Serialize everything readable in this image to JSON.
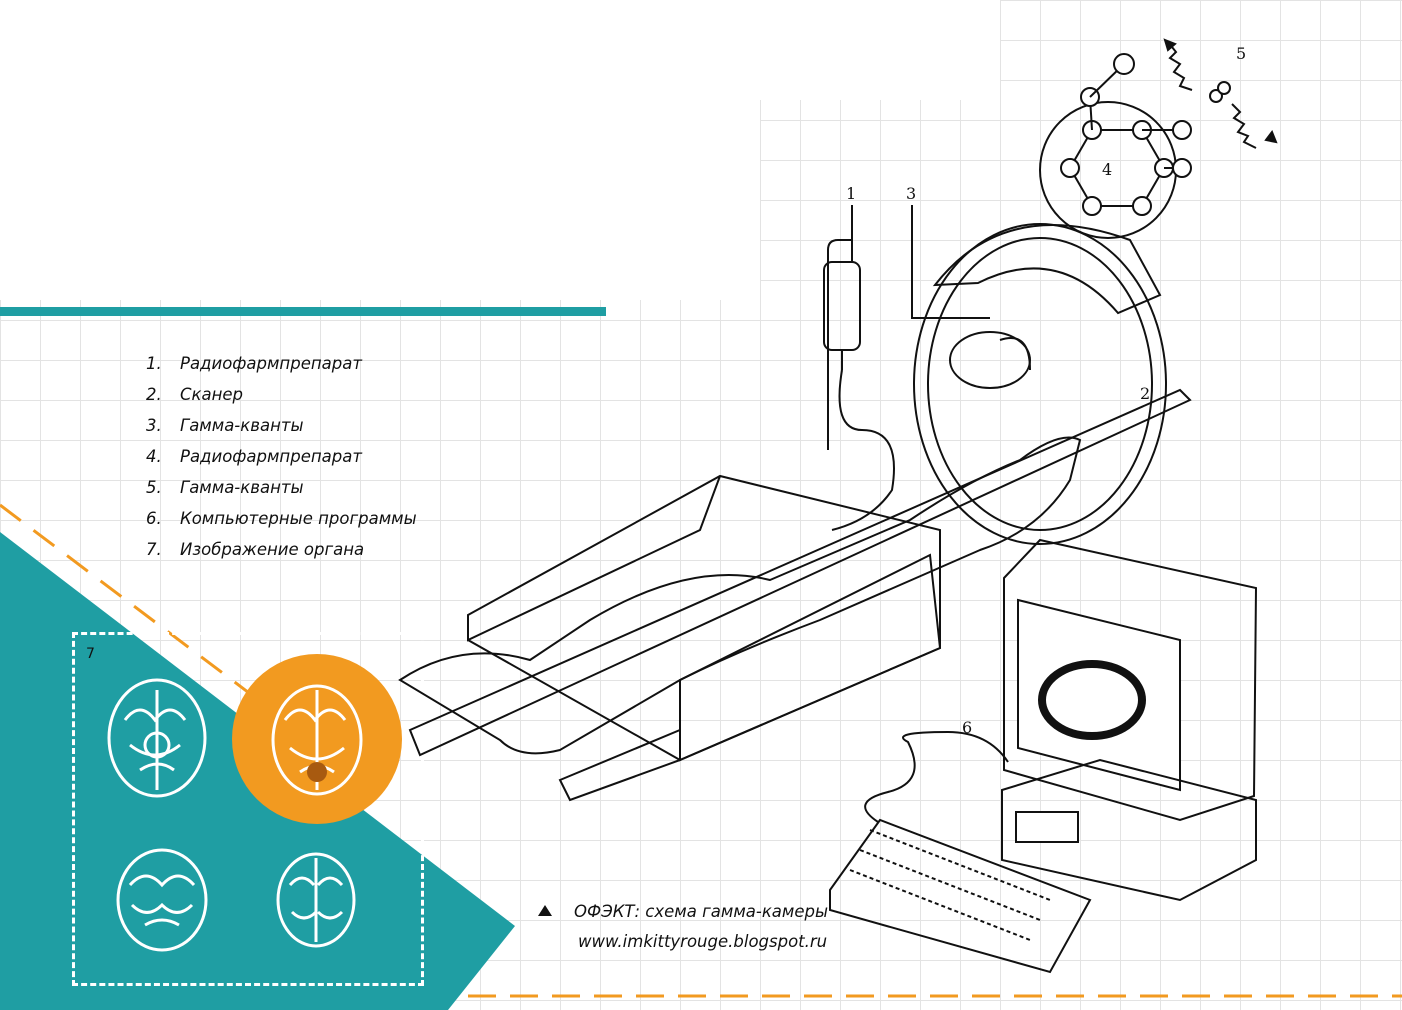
{
  "legend": [
    {
      "num": "1.",
      "text": "Радиофармпрепарат"
    },
    {
      "num": "2.",
      "text": "Сканер"
    },
    {
      "num": "3.",
      "text": "Гамма-кванты"
    },
    {
      "num": "4.",
      "text": "Радиофармпрепарат"
    },
    {
      "num": "5.",
      "text": "Гамма-кванты"
    },
    {
      "num": "6.",
      "text": "Компьютерные программы"
    },
    {
      "num": "7.",
      "text": "Изображение органа"
    }
  ],
  "labels": {
    "l1": "1",
    "l2": "2",
    "l3": "3",
    "l4": "4",
    "l5": "5",
    "l6": "6",
    "l7": "7"
  },
  "caption": "ОФЭКТ: схема гамма-камеры",
  "website": "www.imkittyrouge.blogspot.ru",
  "colors": {
    "teal": "#1f9ea3",
    "orange": "#f29a20",
    "ink": "#111111",
    "grid": "#e3e3e3"
  }
}
